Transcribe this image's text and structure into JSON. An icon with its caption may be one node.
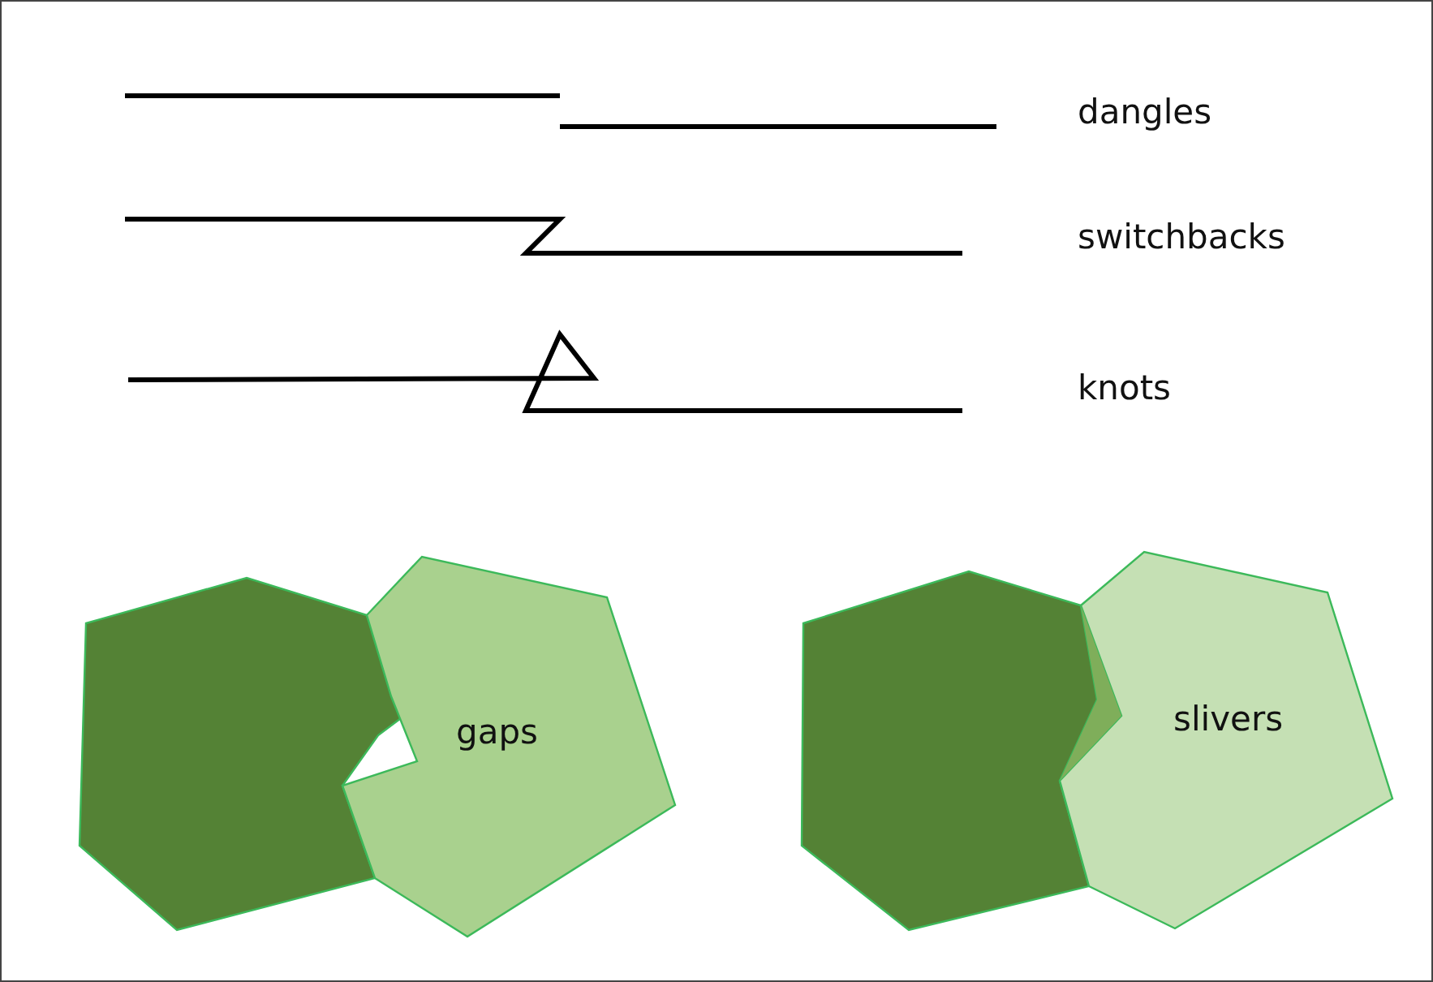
{
  "diagram": {
    "labels": [
      "dangles",
      "switchbacks",
      "knots",
      "gaps",
      "slivers"
    ]
  }
}
